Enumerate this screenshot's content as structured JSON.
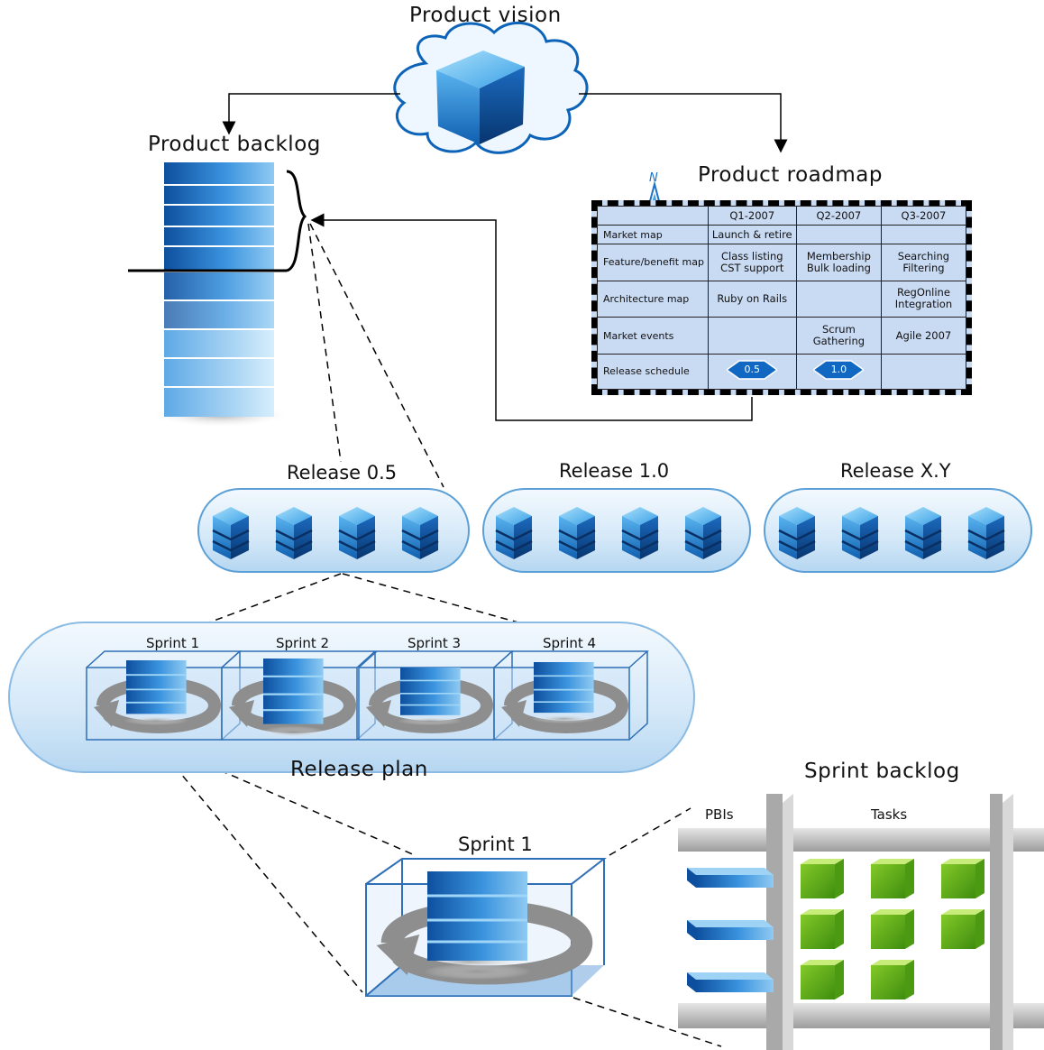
{
  "labels": {
    "product_vision": "Product vision",
    "product_backlog": "Product backlog",
    "product_roadmap": "Product roadmap",
    "release_1": "Release 0.5",
    "release_2": "Release 1.0",
    "release_3": "Release X.Y",
    "release_plan": "Release plan",
    "sprint_backlog": "Sprint backlog",
    "sprint_detail": "Sprint 1",
    "pbis": "PBIs",
    "tasks": "Tasks",
    "compass_n": "N"
  },
  "sprints": [
    "Sprint 1",
    "Sprint 2",
    "Sprint 3",
    "Sprint 4"
  ],
  "roadmap": {
    "columns": [
      "Q1-2007",
      "Q2-2007",
      "Q3-2007"
    ],
    "rows": [
      {
        "label": "Market map",
        "cells": [
          "Launch & retire",
          "",
          ""
        ]
      },
      {
        "label": "Feature/benefit map",
        "cells": [
          "Class listing\nCST support",
          "Membership\nBulk loading",
          "Searching\nFiltering"
        ]
      },
      {
        "label": "Architecture map",
        "cells": [
          "Ruby on Rails",
          "",
          "RegOnline\nIntegration"
        ]
      },
      {
        "label": "Market events",
        "cells": [
          "",
          "Scrum Gathering",
          "Agile 2007"
        ]
      },
      {
        "label": "Release schedule",
        "cells": [
          "0.5",
          "1.0",
          ""
        ]
      }
    ]
  },
  "colors": {
    "blue_dark": "#0d4f9e",
    "blue_mid": "#2f86d6",
    "blue_light": "#a9d6f5",
    "green": "#6cbf1f",
    "table_bg": "#c9daf3",
    "grid_gray": "#bdbdbd"
  }
}
